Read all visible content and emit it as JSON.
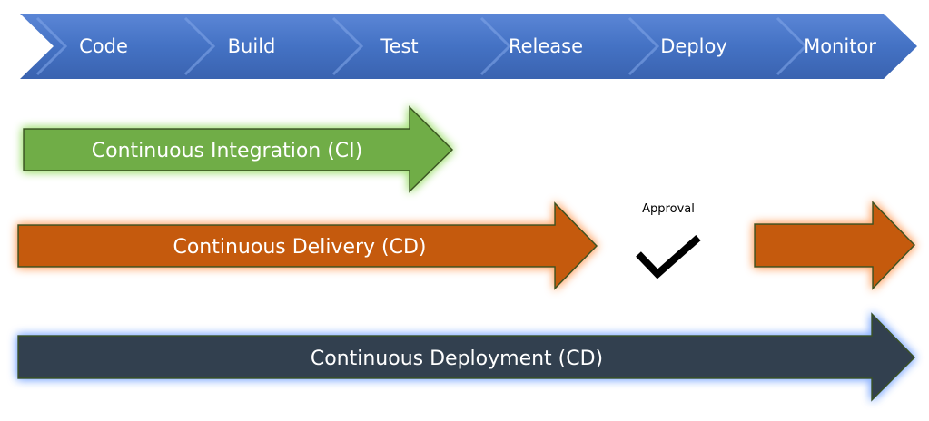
{
  "stages": [
    {
      "label": "Code"
    },
    {
      "label": "Build"
    },
    {
      "label": "Test"
    },
    {
      "label": "Release"
    },
    {
      "label": "Deploy"
    },
    {
      "label": "Monitor"
    }
  ],
  "colors": {
    "stage_fill": "#4472C4",
    "stage_highlight": "#6A94DE",
    "ci_fill": "#70AD47",
    "ci_glow": "#A9E27F",
    "delivery_fill": "#C55A11",
    "delivery_glow": "#FFB07A",
    "deployment_fill": "#333F50",
    "deployment_glow": "#8FB4FF",
    "arrow_stroke": "#3B5323",
    "checkmark": "#000000"
  },
  "ci": {
    "label": "Continuous Integration (CI)"
  },
  "delivery": {
    "label": "Continuous Delivery (CD)"
  },
  "approval": {
    "label": "Approval",
    "icon": "checkmark-icon"
  },
  "deployment": {
    "label": "Continuous Deployment (CD)"
  }
}
